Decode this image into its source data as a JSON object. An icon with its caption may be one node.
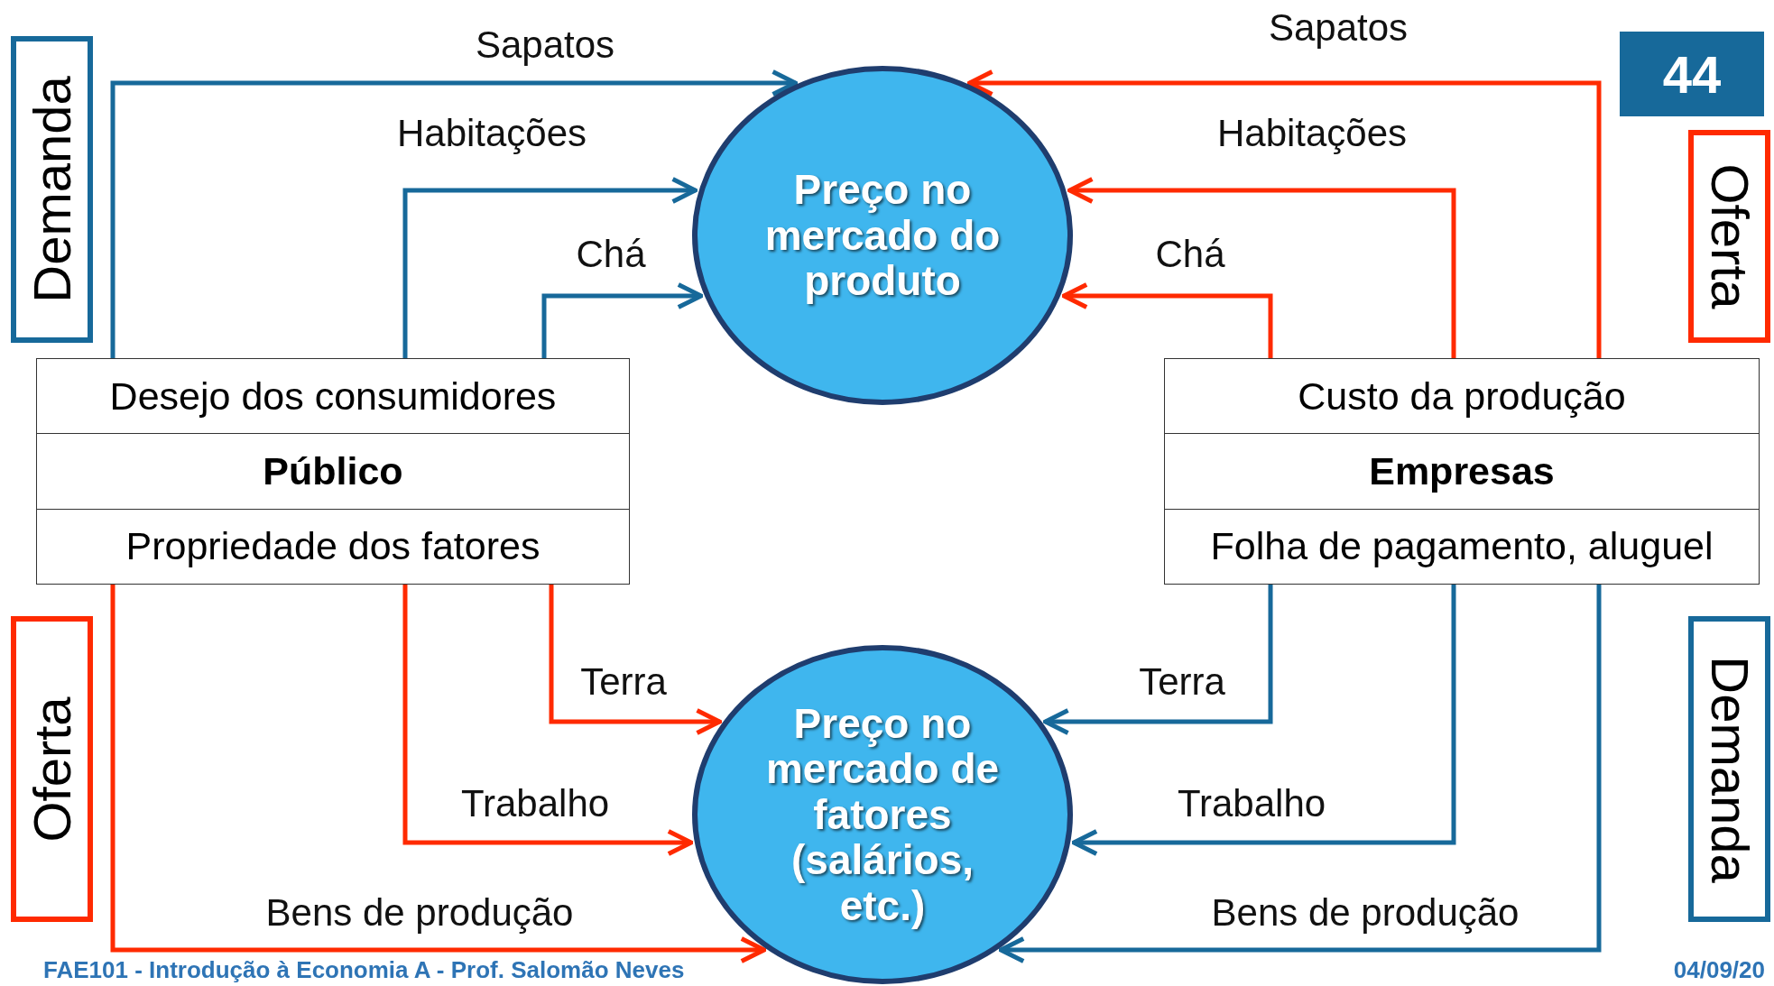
{
  "diagram": {
    "nodes": [
      {
        "text": [
          "Demanda"
        ]
      },
      {
        "text": [
          "Preço no mercado do produto"
        ]
      },
      {
        "text": [
          "Oferta"
        ]
      },
      {
        "text": [
          "Desejo dos consumidores",
          "Público",
          "Propriedade dos fatores"
        ]
      },
      {
        "text": [
          "Custo da produção",
          "Empresas",
          "Folha de pagamento, aluguel"
        ]
      },
      {
        "text": [
          "Oferta"
        ]
      },
      {
        "text": [
          "Preço no mercado de fatores (salários, etc.)"
        ]
      },
      {
        "text": [
          "Demanda"
        ]
      }
    ],
    "edges": [
      {
        "from": 3,
        "to": 1,
        "arrow": "to",
        "label": "Sapatos",
        "color": "#17699a"
      },
      {
        "from": 3,
        "to": 1,
        "arrow": "to",
        "label": "Habitações",
        "color": "#17699a"
      },
      {
        "from": 3,
        "to": 1,
        "arrow": "to",
        "label": "Chá",
        "color": "#17699a"
      },
      {
        "from": 4,
        "to": 1,
        "arrow": "to",
        "label": "Sapatos",
        "color": "#ff2a00"
      },
      {
        "from": 4,
        "to": 1,
        "arrow": "to",
        "label": "Habitações",
        "color": "#ff2a00"
      },
      {
        "from": 4,
        "to": 1,
        "arrow": "to",
        "label": "Chá",
        "color": "#ff2a00"
      },
      {
        "from": 3,
        "to": 6,
        "arrow": "to",
        "label": "Terra",
        "color": "#ff2a00"
      },
      {
        "from": 3,
        "to": 6,
        "arrow": "to",
        "label": "Trabalho",
        "color": "#ff2a00"
      },
      {
        "from": 3,
        "to": 6,
        "arrow": "to",
        "label": "Bens de produção",
        "color": "#ff2a00"
      },
      {
        "from": 4,
        "to": 6,
        "arrow": "to",
        "label": "Terra",
        "color": "#17699a"
      },
      {
        "from": 4,
        "to": 6,
        "arrow": "to",
        "label": "Trabalho",
        "color": "#17699a"
      },
      {
        "from": 4,
        "to": 6,
        "arrow": "to",
        "label": "Bens de produção",
        "color": "#17699a"
      }
    ],
    "labels": [
      "44",
      "FAE101 - Introdução à Economia A - Prof. Salomão Neves",
      "04/09/20"
    ]
  }
}
